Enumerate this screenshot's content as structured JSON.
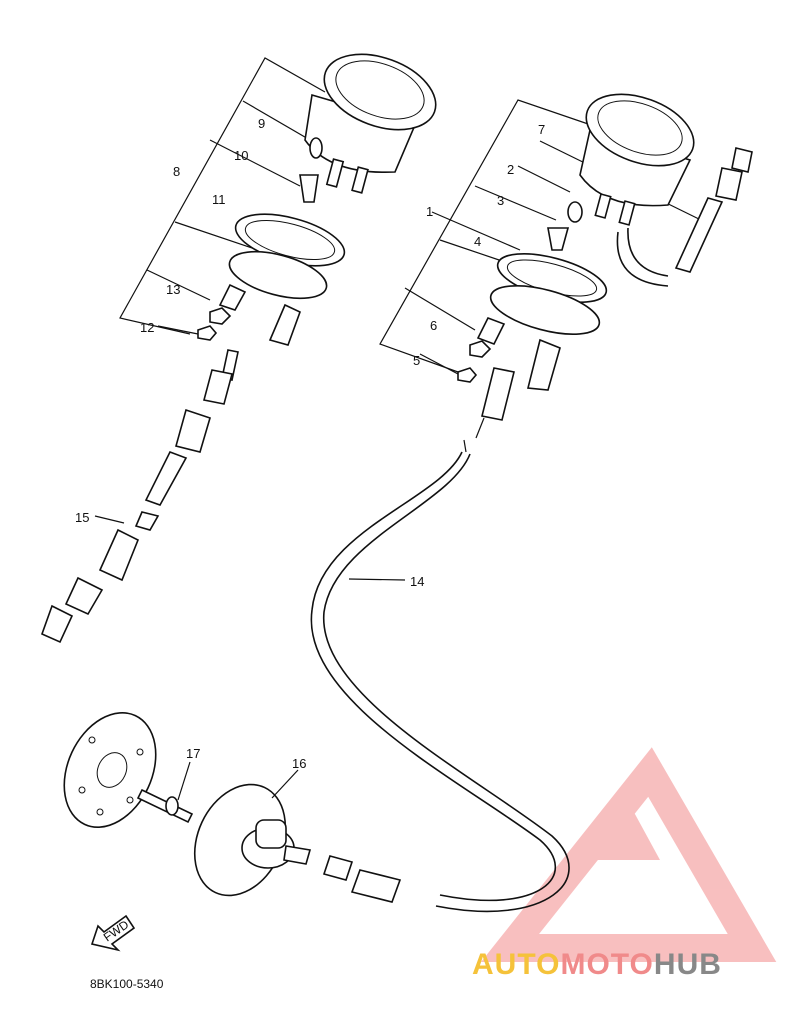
{
  "callouts": [
    "1",
    "2",
    "3",
    "4",
    "5",
    "6",
    "7",
    "8",
    "9",
    "10",
    "11",
    "12",
    "13",
    "14",
    "15",
    "16",
    "17"
  ],
  "fwd_label": "FWD",
  "drawing_code": "8BK100-5340",
  "watermark": {
    "part1": "AUTO",
    "part2": "MOTO",
    "part3": "HUB",
    "colors": {
      "auto": "#f5c23a",
      "moto": "#f08a8a",
      "hub": "#888888",
      "logo": "#f28b8b"
    },
    "logo_icon": "triangle-logo-icon"
  }
}
